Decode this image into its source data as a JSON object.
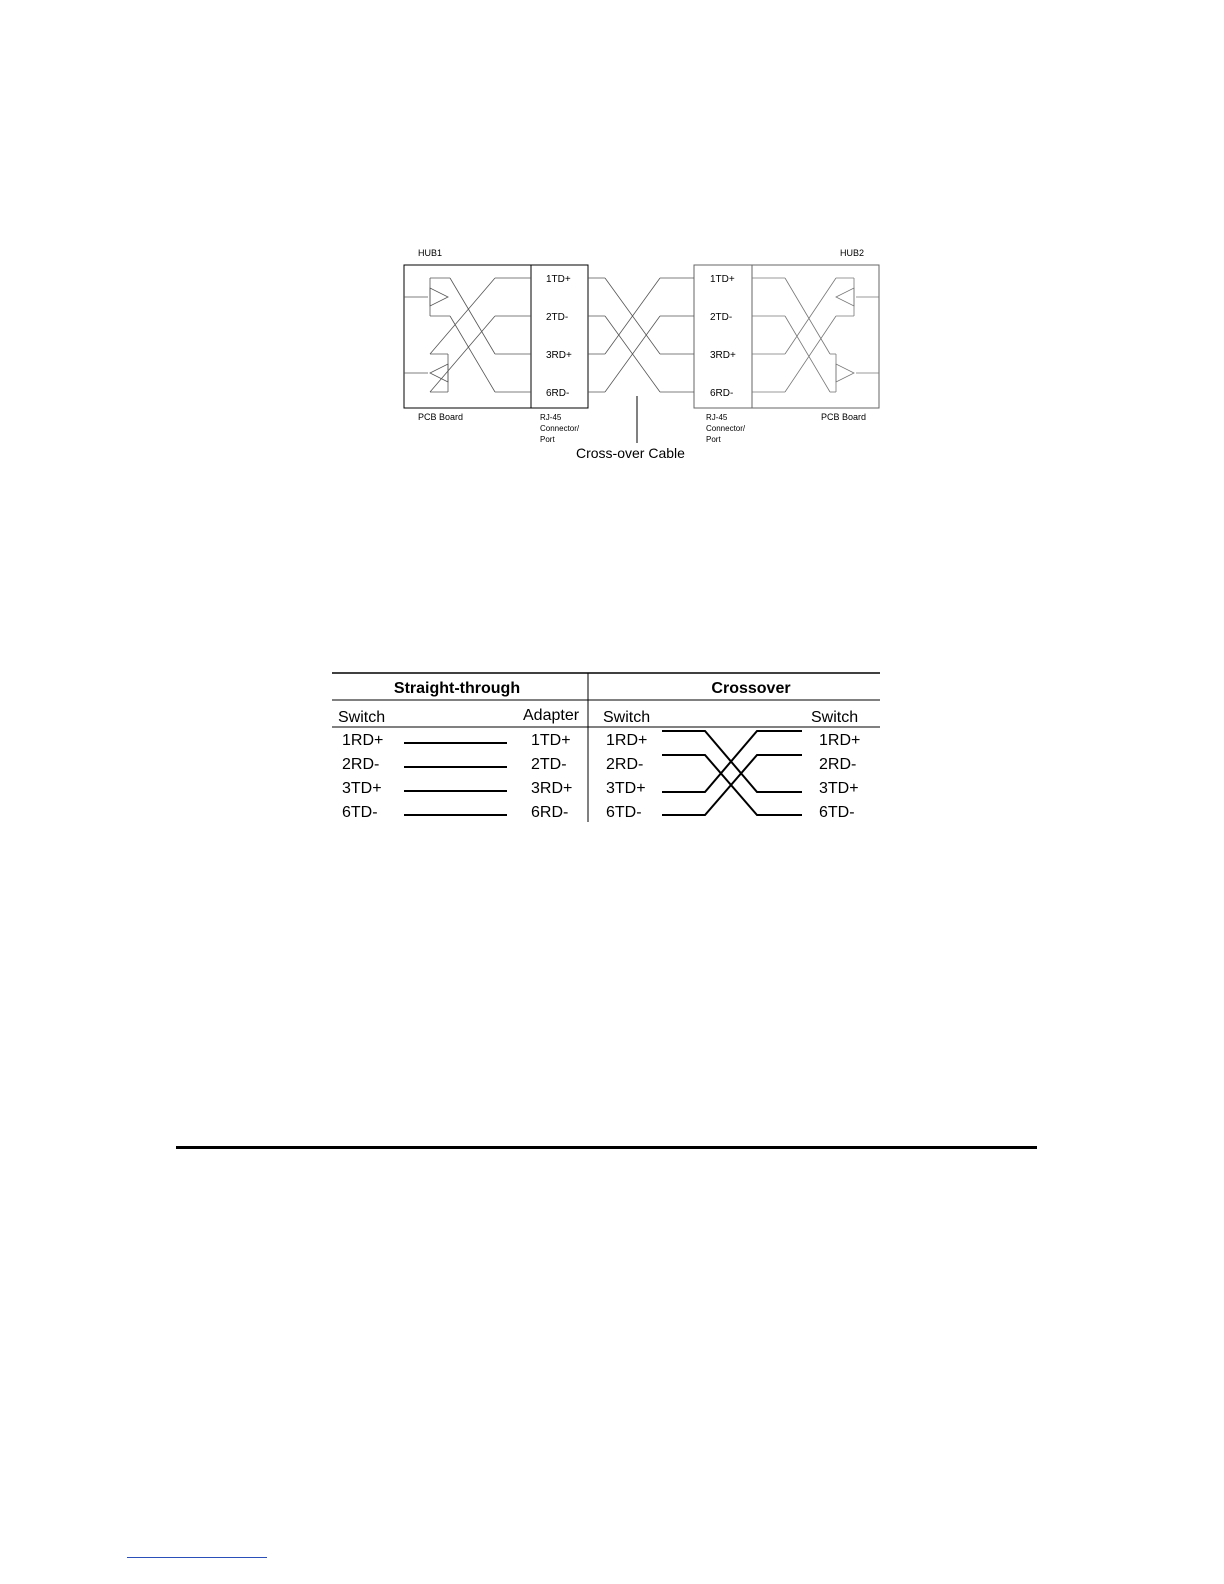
{
  "hub_diagram": {
    "hub1_label": "HUB1",
    "hub2_label": "HUB2",
    "left_pcb_label": "PCB Board",
    "right_pcb_label": "PCB Board",
    "left_port_label": [
      "RJ-45",
      "Connector/",
      "Port"
    ],
    "right_port_label": [
      "RJ-45",
      "Connector/",
      "Port"
    ],
    "left_pins": [
      "1TD+",
      "2TD-",
      "3RD+",
      "6RD-"
    ],
    "right_pins": [
      "1TD+",
      "2TD-",
      "3RD+",
      "6RD-"
    ],
    "cable_label": "Cross-over Cable"
  },
  "wiring_table": {
    "straight_heading": "Straight-through",
    "crossover_heading": "Crossover",
    "straight": {
      "left_header": "Switch",
      "right_header": "Adapter",
      "left_pins": [
        "1RD+",
        "2RD-",
        "3TD+",
        "6TD-"
      ],
      "right_pins": [
        "1TD+",
        "2TD-",
        "3RD+",
        "6RD-"
      ]
    },
    "crossover": {
      "left_header": "Switch",
      "right_header": "Switch",
      "left_pins": [
        "1RD+",
        "2RD-",
        "3TD+",
        "6TD-"
      ],
      "right_pins": [
        "1RD+",
        "2RD-",
        "3TD+",
        "6TD-"
      ]
    }
  }
}
